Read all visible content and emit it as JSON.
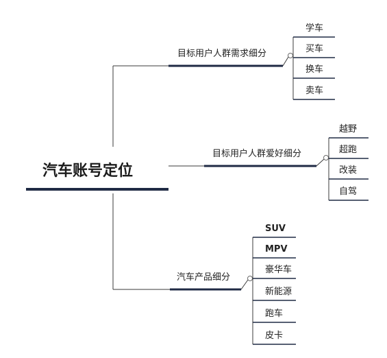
{
  "root": {
    "label": "汽车账号定位"
  },
  "branches": [
    {
      "label": "目标用户人群需求细分",
      "items": [
        "学车",
        "买车",
        "换车",
        "卖车"
      ]
    },
    {
      "label": "目标用户人群爱好细分",
      "items": [
        "越野",
        "超跑",
        "改装",
        "自驾"
      ]
    },
    {
      "label": "汽车产品细分",
      "items": [
        "SUV",
        "MPV",
        "豪华车",
        "新能源",
        "跑车",
        "皮卡"
      ]
    }
  ],
  "colors": {
    "line": "#3a3a3a",
    "underline": "#1f2a44",
    "text": "#222222"
  }
}
